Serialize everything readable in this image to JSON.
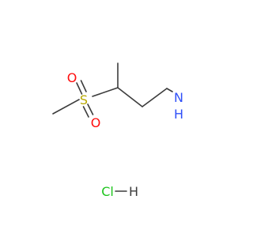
{
  "molecule": {
    "atoms": {
      "sulfur": "S",
      "oxygen_top": "O",
      "oxygen_bottom": "O",
      "nitrogen": "N",
      "amine_h": "H",
      "chlorine": "Cl",
      "salt_h": "H"
    },
    "colors": {
      "bond": "#3c3c3c",
      "sulfur": "#b8a800",
      "oxygen": "#ff0d0d",
      "nitrogen": "#3050f8",
      "chlorine": "#1ec51e",
      "hydrogen": "#3c3c3c"
    }
  }
}
